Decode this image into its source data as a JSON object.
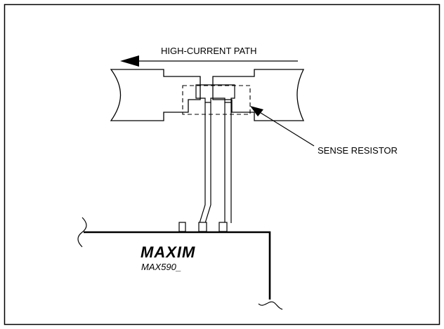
{
  "labels": {
    "high_current_path": "HIGH-CURRENT PATH",
    "sense_resistor": "SENSE RESISTOR",
    "logo": "MAXIM",
    "part_number": "MAX590_"
  },
  "colors": {
    "stroke": "#000000",
    "background": "#ffffff"
  }
}
